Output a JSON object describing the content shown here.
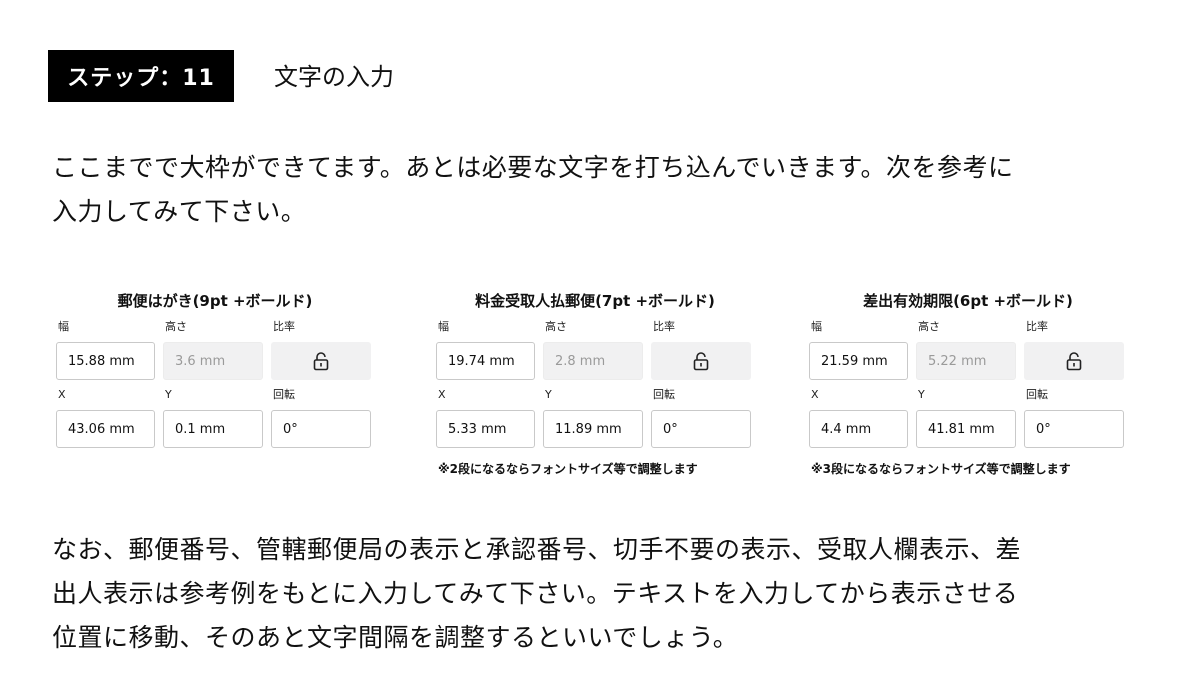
{
  "header": {
    "step_label": "ステップ：11",
    "title": "文字の入力"
  },
  "intro_lines": [
    "ここまでで大枠ができてます。あとは必要な文字を打ち込んでいきます。次を参考に",
    "入力してみて下さい。"
  ],
  "panels": [
    {
      "title": "郵便はがき(9pt +ボールド)",
      "labels": {
        "w": "幅",
        "h": "高さ",
        "ratio": "比率",
        "x": "X",
        "y": "Y",
        "rot": "回転"
      },
      "w": "15.88 mm",
      "h": "3.6 mm",
      "x": "43.06 mm",
      "y": "0.1 mm",
      "rot": "0°",
      "note": ""
    },
    {
      "title": "料金受取人払郵便(7pt +ボールド)",
      "labels": {
        "w": "幅",
        "h": "高さ",
        "ratio": "比率",
        "x": "X",
        "y": "Y",
        "rot": "回転"
      },
      "w": "19.74 mm",
      "h": "2.8 mm",
      "x": "5.33 mm",
      "y": "11.89 mm",
      "rot": "0°",
      "note": "※2段になるならフォントサイズ等で調整します"
    },
    {
      "title": "差出有効期限(6pt +ボールド)",
      "labels": {
        "w": "幅",
        "h": "高さ",
        "ratio": "比率",
        "x": "X",
        "y": "Y",
        "rot": "回転"
      },
      "w": "21.59 mm",
      "h": "5.22 mm",
      "x": "4.4 mm",
      "y": "41.81 mm",
      "rot": "0°",
      "note": "※3段になるならフォントサイズ等で調整します"
    }
  ],
  "outro_lines": [
    "なお、郵便番号、管轄郵便局の表示と承認番号、切手不要の表示、受取人欄表示、差",
    "出人表示は参考例をもとに入力してみて下さい。テキストを入力してから表示させる",
    "位置に移動、そのあと文字間隔を調整するといいでしょう。"
  ],
  "icons": {
    "lock": "lock-icon"
  },
  "colors": {
    "badge_bg": "#000000",
    "disabled_bg": "#f1f1f2",
    "field_border": "#c9c9c9"
  }
}
